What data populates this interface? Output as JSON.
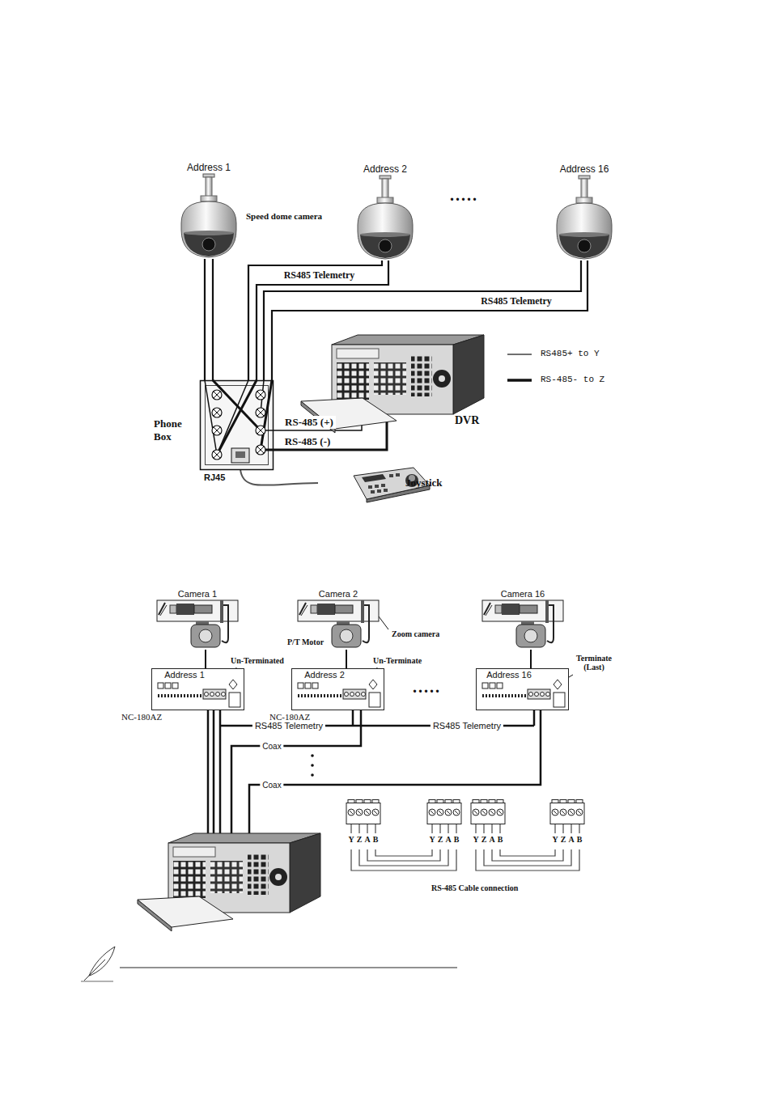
{
  "diagram": {
    "nodes": [
      {
        "text": [
          "Address 1"
        ]
      },
      {
        "text": [
          "Address 2"
        ]
      },
      {
        "text": [
          "Address 16"
        ]
      },
      {
        "text": [
          "Phone Box",
          "RJ45"
        ]
      },
      {
        "text": [
          "DVR"
        ]
      },
      {
        "text": [
          "Joystick"
        ]
      },
      {
        "text": [
          "Camera 1"
        ]
      },
      {
        "text": [
          "Camera 2"
        ]
      },
      {
        "text": [
          "Camera 16"
        ]
      },
      {
        "text": [
          "Address 1"
        ]
      },
      {
        "text": [
          "Address 2"
        ]
      },
      {
        "text": [
          "Address 16"
        ]
      },
      {
        "text": [
          "Y",
          "Z",
          "A",
          "B"
        ]
      },
      {
        "text": [
          "Y",
          "Z",
          "A",
          "B"
        ]
      },
      {
        "text": [
          "Y",
          "Z",
          "A",
          "B"
        ]
      },
      {
        "text": [
          "Y",
          "Z",
          "A",
          "B"
        ]
      }
    ],
    "edges": [
      {
        "from": 0,
        "to": 3,
        "arrow": "none"
      },
      {
        "from": 1,
        "to": 3,
        "label": "RS485 Telemetry",
        "arrow": "none"
      },
      {
        "from": 2,
        "to": 3,
        "label": "RS485 Telemetry",
        "arrow": "none"
      },
      {
        "from": 3,
        "to": 4,
        "label": "RS-485 (+)",
        "arrow": "none"
      },
      {
        "from": 3,
        "to": 4,
        "label": "RS-485 (-)",
        "arrow": "none"
      },
      {
        "from": 3,
        "to": 5,
        "arrow": "none"
      },
      {
        "from": 6,
        "to": 9,
        "arrow": "none"
      },
      {
        "from": 7,
        "to": 10,
        "arrow": "none"
      },
      {
        "from": 8,
        "to": 11,
        "arrow": "none"
      },
      {
        "from": 12,
        "to": 13,
        "arrow": "none"
      },
      {
        "from": 14,
        "to": 15,
        "arrow": "none"
      }
    ],
    "labels": [
      "Speed dome camera",
      ".....",
      "Zoom camera",
      "P/T Motor",
      "Un-Terminated",
      "Un-Terminate",
      "Terminate (Last)",
      "NC-180AZ",
      "NC-180AZ",
      ".....",
      "RS485 Telemetry",
      "RS485 Telemetry",
      "Coax",
      "Coax",
      "RS-485 Cable connection"
    ],
    "legend": [
      {
        "text": "RS485+ to Y"
      },
      {
        "text": "RS-485- to Z"
      }
    ]
  }
}
